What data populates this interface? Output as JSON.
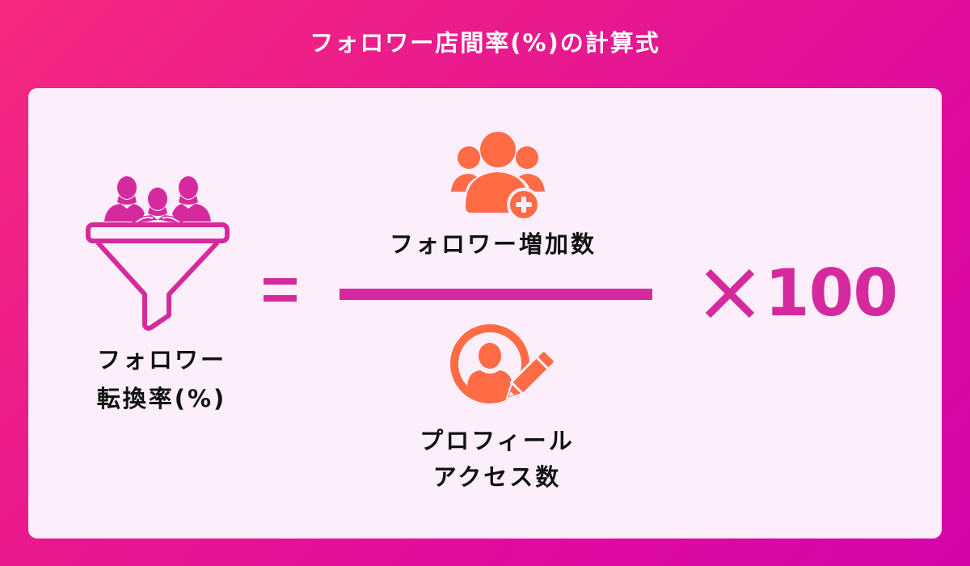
{
  "title": "フォロワー店間率(%)の計算式",
  "colors": {
    "background_start": "#F52A7E",
    "background_end": "#D504A8",
    "card_background": "#FDEEFB",
    "accent_magenta": "#D42A9E",
    "accent_orange": "#FF6B45",
    "text_dark": "#111111",
    "title_text": "#FFFFFF"
  },
  "formula": {
    "result": {
      "icon": "funnel-people-icon",
      "label_line1": "フォロワー",
      "label_line2": "転換率(%)"
    },
    "operator_equals": "=",
    "numerator": {
      "icon": "group-add-user-icon",
      "label": "フォロワー増加数"
    },
    "denominator": {
      "icon": "user-edit-icon",
      "label_line1": "プロフィール",
      "label_line2": "アクセス数"
    },
    "multiplier": {
      "operator": "×",
      "value": "100"
    }
  }
}
